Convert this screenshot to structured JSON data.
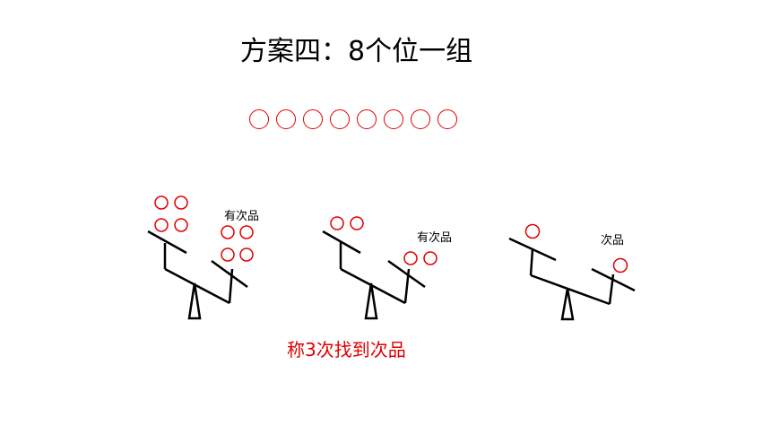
{
  "title": "方案四：8个位一组",
  "top_ball_count": 8,
  "scales": [
    {
      "label": "有次品",
      "left_balls": 4,
      "right_balls": 4
    },
    {
      "label": "有次品",
      "left_balls": 2,
      "right_balls": 2
    },
    {
      "label": "次品",
      "left_balls": 1,
      "right_balls": 1
    }
  ],
  "result": "称3次找到次品",
  "colors": {
    "ball": "#e00000",
    "line": "#000000",
    "result_text": "#e00000"
  }
}
